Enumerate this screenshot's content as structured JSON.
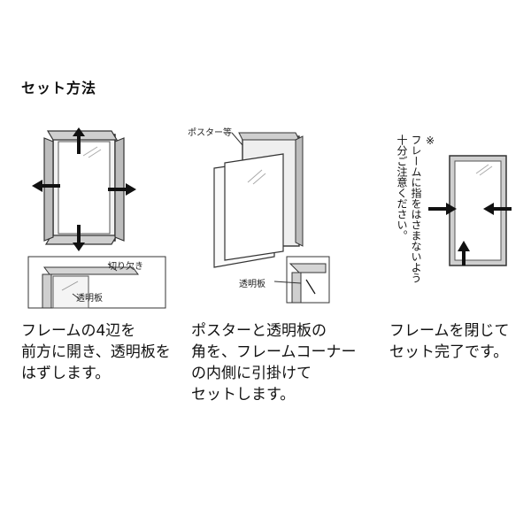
{
  "heading": "セット方法",
  "steps": [
    {
      "caption": "フレームの4辺を\n前方に開き、透明板を\nはずします。",
      "labels": {
        "notch": "切り欠き",
        "plate": "透明板"
      }
    },
    {
      "caption": "ポスターと透明板の\n角を、フレームコーナー\nの内側に引掛けて\nセットします。",
      "labels": {
        "poster": "ポスター等",
        "plate": "透明板"
      }
    },
    {
      "caption": "フレームを閉じて\nセット完了です。",
      "note": "※\nフレームに指をはさまないよう\n十分ご注意ください。"
    }
  ]
}
